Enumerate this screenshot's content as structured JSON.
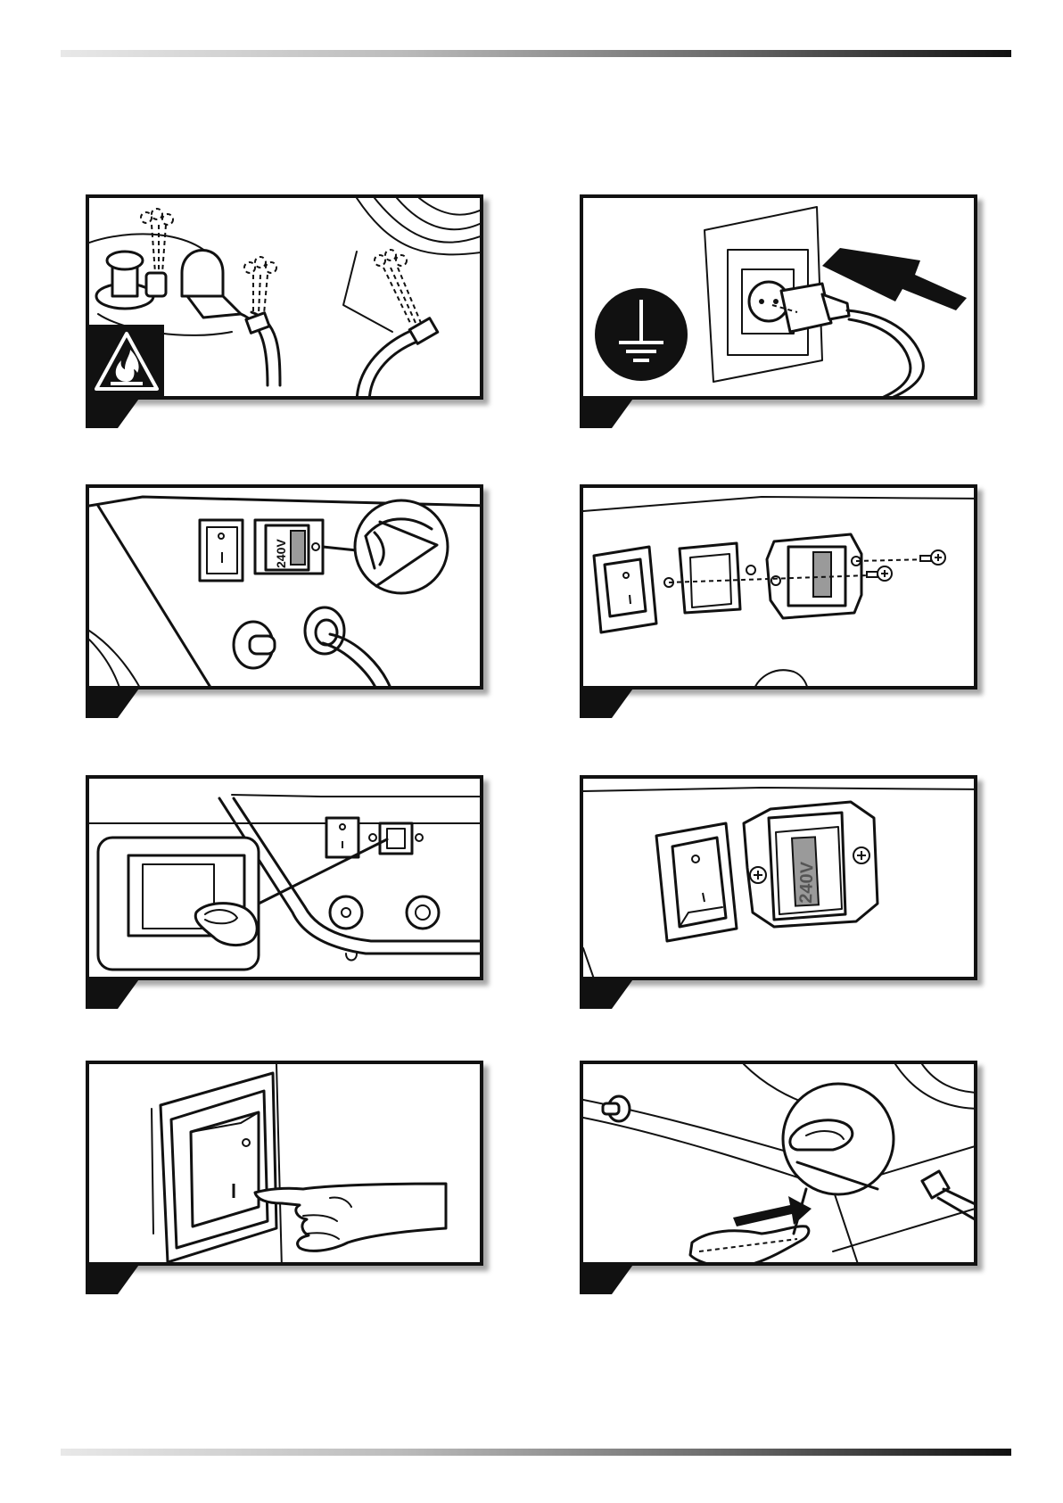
{
  "labels": {
    "voltage_small": "240V",
    "voltage_large": "240V"
  },
  "colors": {
    "ink": "#111111",
    "fuse_grey": "#9a9a9a",
    "paper": "#ffffff"
  },
  "panels": [
    {
      "id": 1,
      "icons": [
        "gas-leak-check",
        "flammable-warning-icon"
      ]
    },
    {
      "id": 2,
      "icons": [
        "earth-ground-icon",
        "plug-into-socket",
        "arrow-icon"
      ]
    },
    {
      "id": 3,
      "icons": [
        "voltage-check",
        "eye-icon"
      ]
    },
    {
      "id": 4,
      "icons": [
        "fuse-cover-removal",
        "screw-icon"
      ]
    },
    {
      "id": 5,
      "icons": [
        "reset-button-press",
        "finger-icon"
      ]
    },
    {
      "id": 6,
      "icons": [
        "voltage-selector",
        "screw-icon"
      ]
    },
    {
      "id": 7,
      "icons": [
        "power-switch-on",
        "hand-icon"
      ]
    },
    {
      "id": 8,
      "icons": [
        "ignition-button-press",
        "arrow-icon"
      ]
    }
  ]
}
